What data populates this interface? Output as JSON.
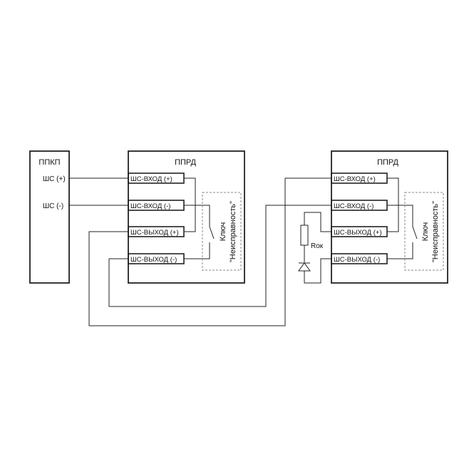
{
  "ppkp": {
    "title": "ППКП",
    "terminals": [
      "ШС (+)",
      "ШС (-)"
    ]
  },
  "pprd_left": {
    "title": "ППРД",
    "terminals": [
      "ШС-ВХОД (+)",
      "ШС-ВХОД (-)",
      "ШС-ВЫХОД (+)",
      "ШС-ВЫХОД (-)"
    ],
    "key_line1": "Ключ",
    "key_line2": "\"Неисправность\""
  },
  "pprd_right": {
    "title": "ППРД",
    "terminals": [
      "ШС-ВХОД (+)",
      "ШС-ВХОД (-)",
      "ШС-ВЫХОД (+)",
      "ШС-ВЫХОД (-)"
    ],
    "key_line1": "Ключ",
    "key_line2": "\"Неисправность\""
  },
  "resistor_label": "Rок",
  "colors": {
    "line": "#222222",
    "dashed": "#888888",
    "background": "#ffffff"
  }
}
